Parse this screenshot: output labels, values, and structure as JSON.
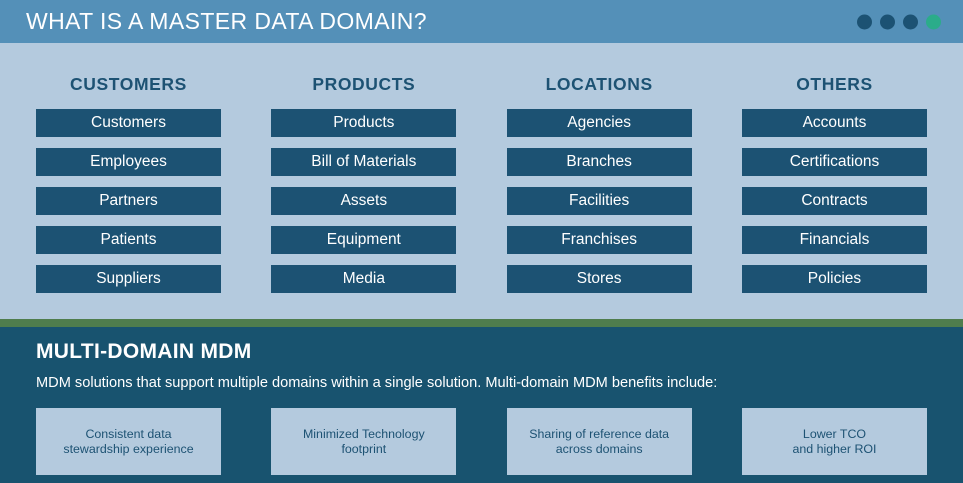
{
  "header": {
    "title": "WHAT IS A MASTER DATA DOMAIN?",
    "dots": [
      {
        "name": "status-dot-1",
        "color": "#1c5273"
      },
      {
        "name": "status-dot-2",
        "color": "#1c5273"
      },
      {
        "name": "status-dot-3",
        "color": "#1c5273"
      },
      {
        "name": "status-dot-4",
        "color": "#2bac8a"
      }
    ],
    "background_color": "#5490b8"
  },
  "theme": {
    "page_background": "#b4cade",
    "chip_background": "#1c5273",
    "chip_text": "#ffffff",
    "heading_color": "#1d5273",
    "divider_green": "#4f7d4d",
    "panel_dark": "#18536f",
    "card_background": "#b4cade",
    "accent_green": "#2bac8a"
  },
  "domains": [
    {
      "title": "CUSTOMERS",
      "items": [
        "Customers",
        "Employees",
        "Partners",
        "Patients",
        "Suppliers"
      ]
    },
    {
      "title": "PRODUCTS",
      "items": [
        "Products",
        "Bill of Materials",
        "Assets",
        "Equipment",
        "Media"
      ]
    },
    {
      "title": "LOCATIONS",
      "items": [
        "Agencies",
        "Branches",
        "Facilities",
        "Franchises",
        "Stores"
      ]
    },
    {
      "title": "OTHERS",
      "items": [
        "Accounts",
        "Certifications",
        "Contracts",
        "Financials",
        "Policies"
      ]
    }
  ],
  "bottom": {
    "heading": "MULTI-DOMAIN MDM",
    "subtext": "MDM solutions that support multiple domains within a single solution. Multi-domain MDM benefits include:",
    "benefits": [
      {
        "line1": "Consistent data",
        "line2": "stewardship experience"
      },
      {
        "line1": "Minimized Technology",
        "line2": "footprint"
      },
      {
        "line1": "Sharing of reference data",
        "line2": "across domains"
      },
      {
        "line1": "Lower TCO",
        "line2": "and higher ROI"
      }
    ]
  }
}
